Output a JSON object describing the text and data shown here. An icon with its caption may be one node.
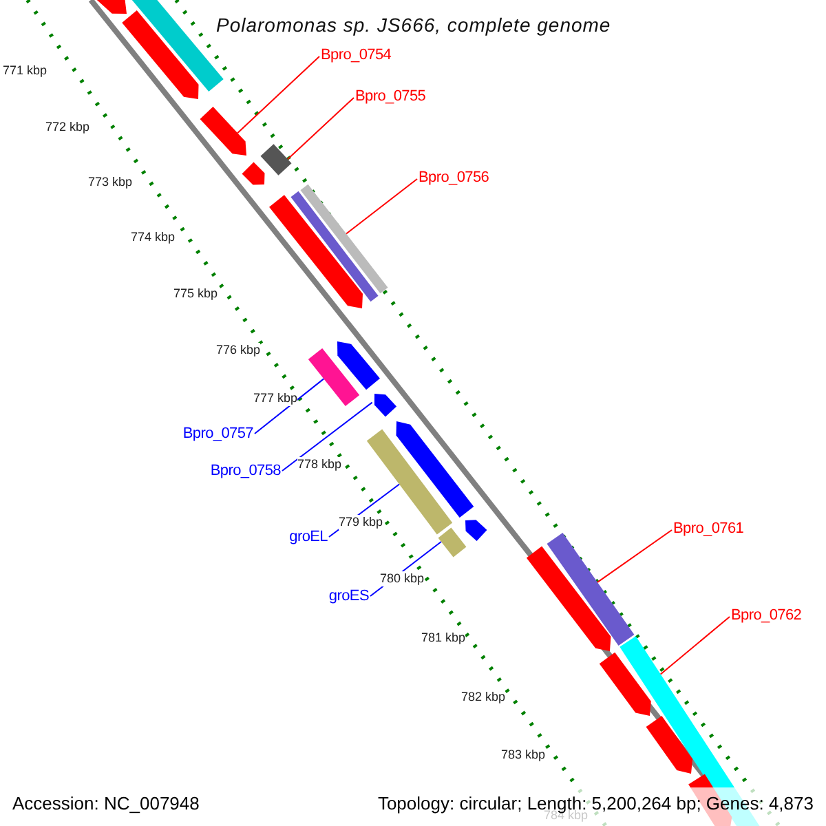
{
  "diagram": {
    "title": "Polaromonas sp. JS666, complete genome",
    "nodes": [
      {
        "text": [
          "Bpro_0754"
        ]
      },
      {
        "text": [
          "Bpro_0755"
        ]
      },
      {
        "text": [
          "Bpro_0756"
        ]
      },
      {
        "text": [
          "Bpro_0757"
        ]
      },
      {
        "text": [
          "Bpro_0758"
        ]
      },
      {
        "text": [
          "groEL"
        ]
      },
      {
        "text": [
          "groES"
        ]
      },
      {
        "text": [
          "Bpro_0761"
        ]
      },
      {
        "text": [
          "Bpro_0762"
        ]
      },
      {
        "text": [],
        "shape": "bar"
      },
      {
        "text": [],
        "shape": "bar"
      },
      {
        "text": [],
        "shape": "bar"
      },
      {
        "text": [],
        "shape": "bar"
      },
      {
        "text": [],
        "shape": "bar"
      },
      {
        "text": [],
        "shape": "bar"
      },
      {
        "text": [],
        "shape": "bar"
      },
      {
        "text": [],
        "shape": "bar"
      },
      {
        "text": [],
        "shape": "bar"
      },
      {
        "text": [],
        "shape": "bar"
      },
      {
        "text": [],
        "shape": "bar"
      },
      {
        "text": [],
        "shape": "bar"
      },
      {
        "text": [],
        "shape": "bar"
      },
      {
        "text": [],
        "shape": "bar"
      },
      {
        "text": [],
        "shape": "bar"
      },
      {
        "text": [],
        "shape": "bar"
      },
      {
        "text": [],
        "shape": "bar"
      },
      {
        "text": [],
        "shape": "bar"
      },
      {
        "text": [],
        "shape": "bar"
      },
      {
        "text": [],
        "shape": "bar"
      },
      {
        "text": [],
        "shape": "bar"
      },
      {
        "text": [],
        "shape": "bar"
      }
    ],
    "edges": [
      {
        "from": 0,
        "to": 12,
        "arrow": "none"
      },
      {
        "from": 1,
        "to": 13,
        "arrow": "none"
      },
      {
        "from": 2,
        "to": 15,
        "arrow": "none"
      },
      {
        "from": 3,
        "to": 19,
        "arrow": "none",
        "color": "#0000ff"
      },
      {
        "from": 4,
        "to": 20,
        "arrow": "none",
        "color": "#0000ff"
      },
      {
        "from": 5,
        "to": 22,
        "arrow": "none",
        "color": "#0000ff"
      },
      {
        "from": 6,
        "to": 24,
        "arrow": "none",
        "color": "#0000ff"
      },
      {
        "from": 7,
        "to": 25,
        "arrow": "none"
      },
      {
        "from": 8,
        "to": 27,
        "arrow": "none"
      }
    ],
    "labels": [
      "771 kbp",
      "772 kbp",
      "773 kbp",
      "774 kbp",
      "775 kbp",
      "776 kbp",
      "777 kbp",
      "778 kbp",
      "779 kbp",
      "780 kbp",
      "781 kbp",
      "782 kbp",
      "783 kbp",
      "784 kbp",
      "Accession: NC_007948",
      "Topology: circular; Length: 5,200,264 bp; Genes: 4,873"
    ]
  }
}
